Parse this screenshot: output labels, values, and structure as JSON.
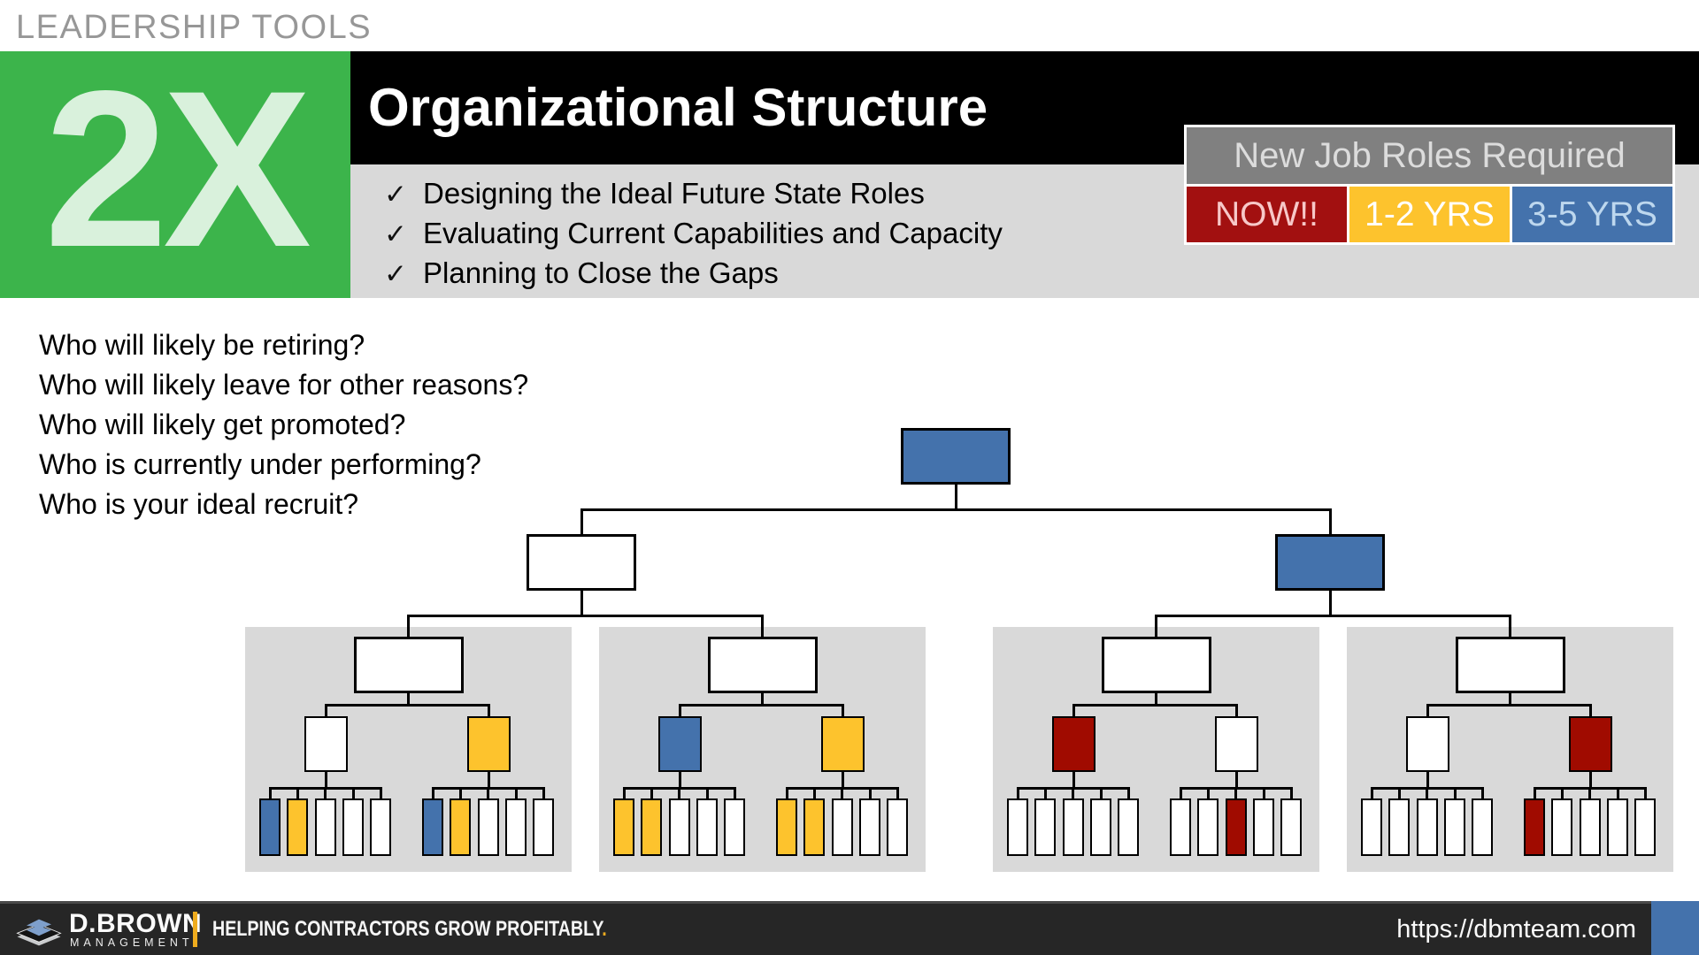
{
  "header": {
    "eyebrow": "LEADERSHIP TOOLS",
    "badge": "2X",
    "title": "Organizational Structure",
    "check_glyph": "✓",
    "bullets": [
      "Designing the Ideal Future State Roles",
      "Evaluating Current Capabilities and Capacity",
      "Planning to Close the Gaps"
    ]
  },
  "legend": {
    "title": "New Job Roles Required",
    "items": [
      {
        "label": "NOW!!",
        "bg": "#A21010",
        "fg": "#F7C8C8"
      },
      {
        "label": "1-2 YRS",
        "bg": "#FDC32D",
        "fg": "#FFFFFF"
      },
      {
        "label": "3-5 YRS",
        "bg": "#4472AC",
        "fg": "#BDD7EE"
      }
    ]
  },
  "questions": [
    "Who will likely be retiring?",
    "Who will likely leave for other reasons?",
    "Who will likely get promoted?",
    "Who is currently under performing?",
    "Who is your ideal recruit?"
  ],
  "colors": {
    "green": "#3CB44B",
    "badge_text": "#D9F1DC",
    "band_gray": "#D9D9D9",
    "panel_bg": "#D9D9D9",
    "blue": "#4472AC",
    "gold": "#FDC32D",
    "red": "#A00B00",
    "white": "#FFFFFF",
    "line": "#000000",
    "footer_accent": "#EFAC1E",
    "footer_blue": "#4472AC"
  },
  "org_chart": {
    "root": {
      "color": "blue"
    },
    "level2": [
      {
        "color": "white"
      },
      {
        "color": "blue"
      }
    ],
    "panels": [
      {
        "top": "white",
        "mids": [
          "white",
          "gold"
        ],
        "rows": [
          [
            "blue",
            "gold",
            "white",
            "white",
            "white"
          ],
          [
            "blue",
            "gold",
            "white",
            "white",
            "white"
          ]
        ]
      },
      {
        "top": "white",
        "mids": [
          "blue",
          "gold"
        ],
        "rows": [
          [
            "gold",
            "gold",
            "white",
            "white",
            "white"
          ],
          [
            "gold",
            "gold",
            "white",
            "white",
            "white"
          ]
        ]
      },
      {
        "top": "white",
        "mids": [
          "red",
          "white"
        ],
        "rows": [
          [
            "white",
            "white",
            "white",
            "white",
            "white"
          ],
          [
            "white",
            "white",
            "red",
            "white",
            "white"
          ]
        ]
      },
      {
        "top": "white",
        "mids": [
          "white",
          "red"
        ],
        "rows": [
          [
            "white",
            "white",
            "white",
            "white",
            "white"
          ],
          [
            "red",
            "white",
            "white",
            "white",
            "white"
          ]
        ]
      }
    ]
  },
  "footer": {
    "brand": "D.BROWN",
    "brand_sub": "MANAGEMENT",
    "tagline": "HELPING CONTRACTORS GROW PROFITABLY",
    "tagline_period": ".",
    "url": "https://dbmteam.com"
  }
}
